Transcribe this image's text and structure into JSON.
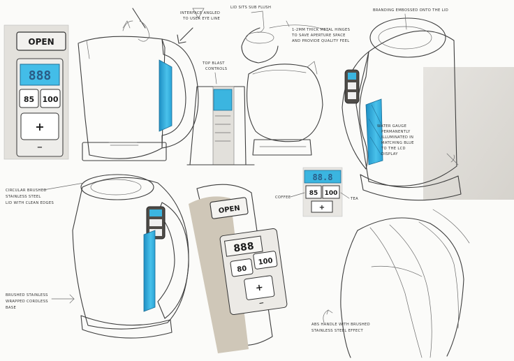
{
  "annotations": {
    "lid_flush": "Lid sits sub flush",
    "branding": "Branding embossed onto the lid",
    "interface_angled": [
      "Interface angled",
      "to user eye line"
    ],
    "hinges": [
      "1-2mm thick metal hinges",
      "to save aperture space",
      "and provide quality feel"
    ],
    "top_controls": [
      "Top blast",
      "controls"
    ],
    "water_gauge": [
      "Water gauge",
      "permanently",
      "illuminated in",
      "matching blue",
      "to the LCD",
      "display"
    ],
    "lid_brushed": [
      "Circular brushed",
      "stainless steel",
      "lid with clean edges"
    ],
    "base": [
      "Brushed stainless",
      "wrapped cordless",
      "base"
    ],
    "coffee": "Coffee",
    "tea": "Tea",
    "handle": [
      "ABS handle with brushed",
      "stainless steel effect"
    ]
  },
  "control_panel": {
    "open_label": "OPEN",
    "display": "888",
    "btn_left": "85",
    "btn_right": "100",
    "btn_plus": "+",
    "btn_minus": "−"
  },
  "handle_panel": {
    "open_label": "OPEN",
    "display": "888",
    "btn_left": "80",
    "btn_right": "100",
    "btn_plus": "+",
    "btn_minus": "−"
  },
  "mini_panel": {
    "display": "88.8",
    "btn_left": "85",
    "btn_right": "100"
  },
  "colors": {
    "accent_blue": "#3bb5e0",
    "steel": "#cfcac1",
    "marker_warm": "#b9b1a2"
  }
}
